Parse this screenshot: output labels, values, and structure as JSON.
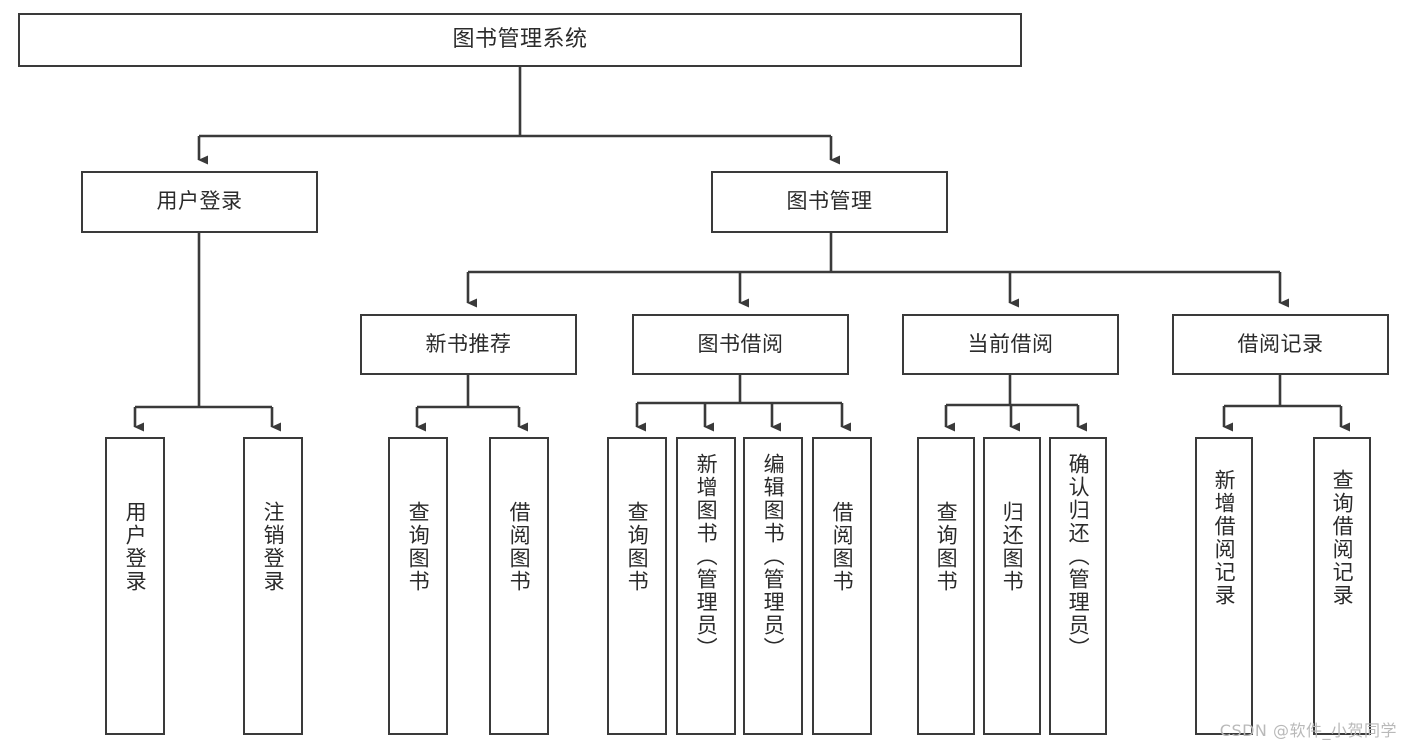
{
  "diagram": {
    "type": "tree",
    "title": "图书管理系统",
    "watermark": "CSDN @软件_小贺同学",
    "colors": {
      "box_border": "#3a3a3a",
      "box_fill": "#ffffff",
      "connector": "#3a3a3a",
      "text": "#2b2b2b",
      "watermark": "#b9b9b9",
      "background": "#ffffff"
    },
    "root": {
      "label": "图书管理系统"
    },
    "level2": [
      {
        "id": "user-login",
        "label": "用户登录"
      },
      {
        "id": "book-management",
        "label": "图书管理"
      }
    ],
    "level3": [
      {
        "id": "new-book-recommend",
        "label": "新书推荐",
        "parent": "book-management"
      },
      {
        "id": "book-borrow",
        "label": "图书借阅",
        "parent": "book-management"
      },
      {
        "id": "current-borrow",
        "label": "当前借阅",
        "parent": "book-management"
      },
      {
        "id": "borrow-record",
        "label": "借阅记录",
        "parent": "book-management"
      }
    ],
    "leaves": {
      "user-login": [
        {
          "id": "leaf-user-login",
          "label": "用户登录"
        },
        {
          "id": "leaf-logout",
          "label": "注销登录"
        }
      ],
      "new-book-recommend": [
        {
          "id": "leaf-query-book-1",
          "label": "查询图书"
        },
        {
          "id": "leaf-borrow-book-1",
          "label": "借阅图书"
        }
      ],
      "book-borrow": [
        {
          "id": "leaf-query-book-2",
          "label": "查询图书"
        },
        {
          "id": "leaf-add-book",
          "label": "新增图书（管理员）"
        },
        {
          "id": "leaf-edit-book",
          "label": "编辑图书（管理员）"
        },
        {
          "id": "leaf-borrow-book-2",
          "label": "借阅图书"
        }
      ],
      "current-borrow": [
        {
          "id": "leaf-query-book-3",
          "label": "查询图书"
        },
        {
          "id": "leaf-return-book",
          "label": "归还图书"
        },
        {
          "id": "leaf-confirm-return",
          "label": "确认归还（管理员）"
        }
      ],
      "borrow-record": [
        {
          "id": "leaf-add-record",
          "label": "新增借阅记录"
        },
        {
          "id": "leaf-query-record",
          "label": "查询借阅记录"
        }
      ]
    }
  }
}
